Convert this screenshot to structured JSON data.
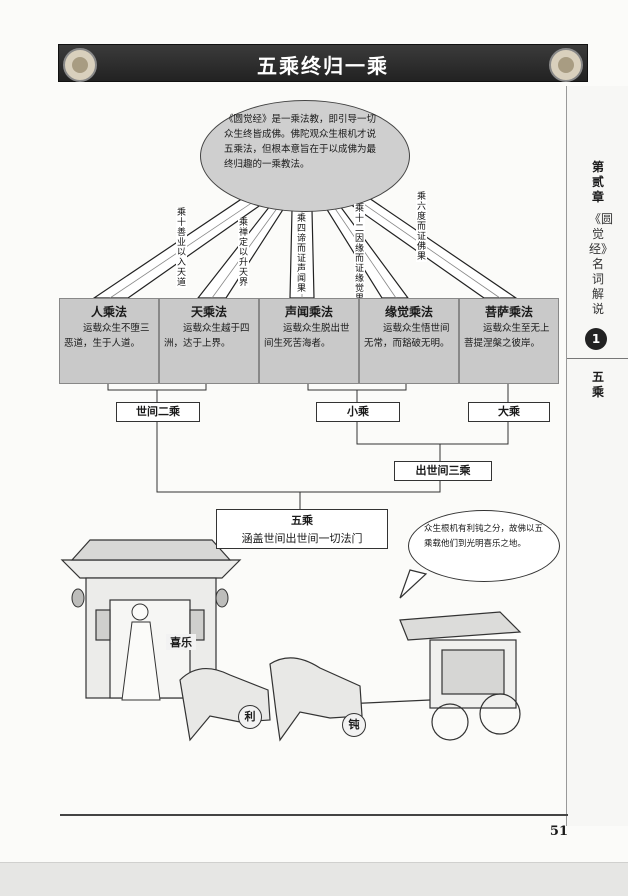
{
  "header": {
    "title": "五乘终归一乘"
  },
  "cloud": {
    "text": "《圆觉经》是一乘法教，即引导一切众生终皆成佛。佛陀观众生根机才说五乘法，但根本意旨在于以成佛为最终归趣的一乘教法。"
  },
  "rays": [
    {
      "label": "乘十善业以入天道"
    },
    {
      "label": "乘禅定以升天界"
    },
    {
      "label": "乘四谛而证声闻果"
    },
    {
      "label": "乘十二因缘而证缘觉果"
    },
    {
      "label": "乘六度而证佛果"
    }
  ],
  "vehicles": [
    {
      "title": "人乘法",
      "desc": "运载众生不堕三恶道，生于人道。"
    },
    {
      "title": "天乘法",
      "desc": "运载众生越于四洲，达于上界。"
    },
    {
      "title": "声闻乘法",
      "desc": "运载众生脱出世间生死苦海者。"
    },
    {
      "title": "缘觉乘法",
      "desc": "运载众生悟世间无常，而豁破无明。"
    },
    {
      "title": "菩萨乘法",
      "desc": "运载众生至无上菩提涅槃之彼岸。"
    }
  ],
  "groups": {
    "worldly": "世间二乘",
    "small": "小乘",
    "great": "大乘",
    "transworldly": "出世间三乘"
  },
  "summary": {
    "title": "五乘",
    "desc": "涵盖世间出世间一切法门"
  },
  "bubble": {
    "text": "众生根机有利钝之分，故佛以五乘载他们到光明喜乐之地。"
  },
  "illustration": {
    "joy_label": "喜乐",
    "sharp_label": "利",
    "dull_label": "钝"
  },
  "sidebar": {
    "chapter": "第贰章",
    "subtitle": "《圆觉经》名词解说",
    "number": "1",
    "section": "五乘"
  },
  "footer": {
    "page_number": "51"
  },
  "colors": {
    "banner": "#2b2b2b",
    "box_fill": "#c9c9c9",
    "cloud_fill": "#cfcfcf"
  }
}
